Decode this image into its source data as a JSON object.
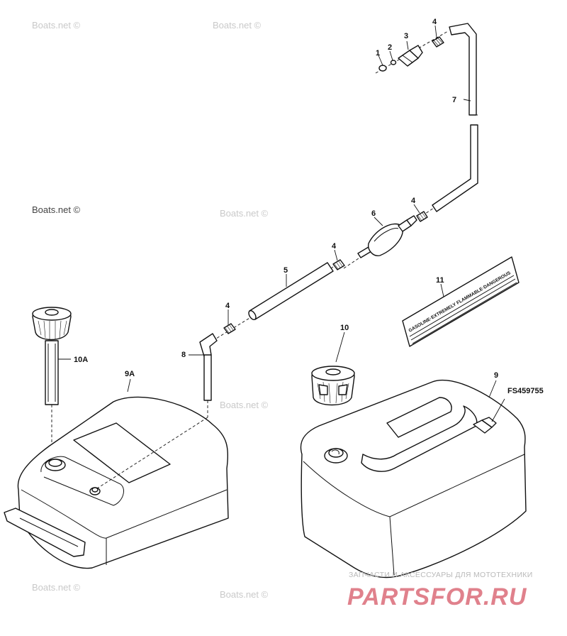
{
  "watermark": "Boats.net ©",
  "part_labels": {
    "p1": "1",
    "p2": "2",
    "p3": "3",
    "p4a": "4",
    "p4b": "4",
    "p4c": "4",
    "p4d": "4",
    "p5": "5",
    "p6": "6",
    "p7": "7",
    "p8": "8",
    "p9": "9",
    "p9a": "9A",
    "p10": "10",
    "p10a": "10A",
    "p11": "11"
  },
  "diagram_code": "FS459755",
  "warning_decal_text": "GASOLINE·EXTREMELY FLAMMABLE·DANGEROUS",
  "site_tagline": "ЗАПЧАСТИ И АКСЕССУАРЫ ДЛЯ МОТОТЕХНИКИ",
  "site_logo": "PARTSFOR.RU",
  "colors": {
    "line": "#111111",
    "watermark": "#c9c9c9",
    "logo": "#e0818c"
  }
}
